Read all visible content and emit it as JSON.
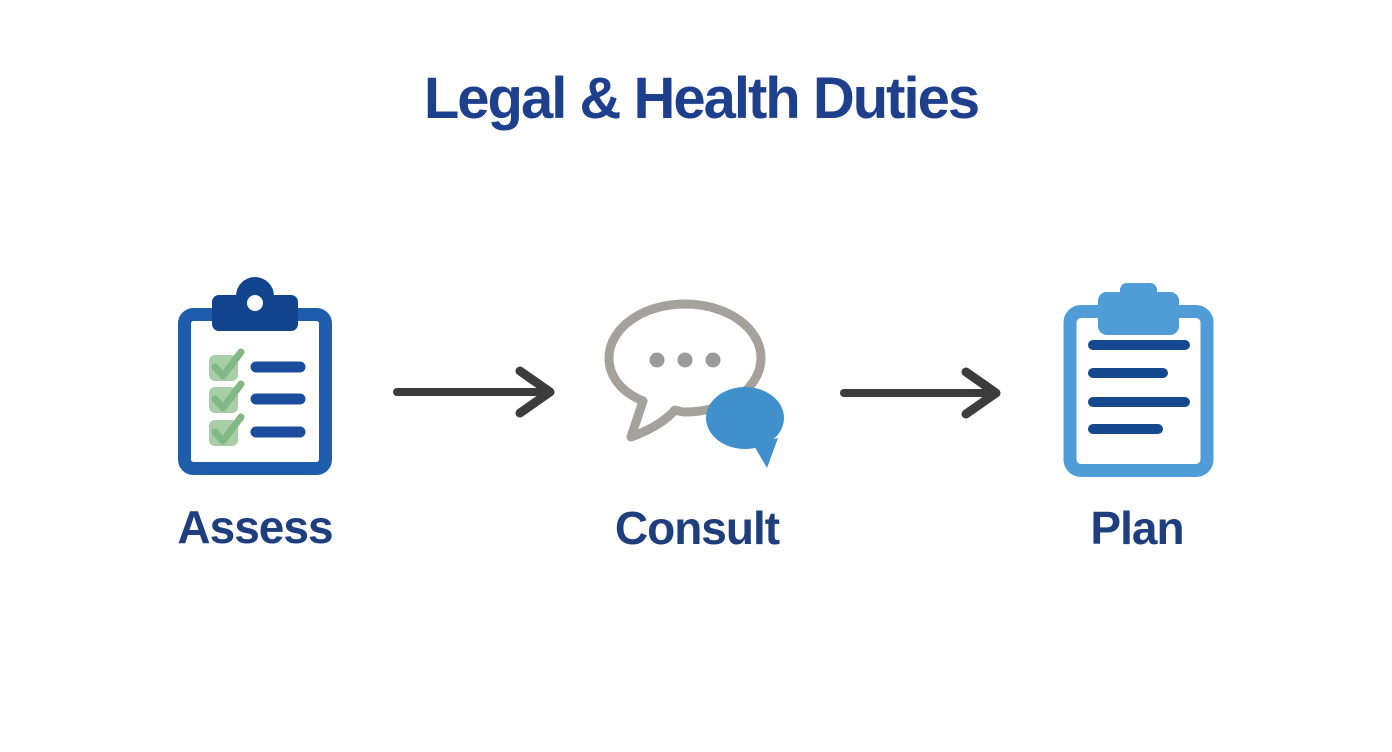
{
  "title": "Legal & Health Duties",
  "steps": [
    {
      "label": "Assess",
      "icon": "checklist-clipboard-icon"
    },
    {
      "label": "Consult",
      "icon": "speech-bubbles-icon"
    },
    {
      "label": "Plan",
      "icon": "document-clipboard-icon"
    }
  ],
  "connectors": [
    {
      "type": "arrow-right",
      "from": "Assess",
      "to": "Consult"
    },
    {
      "type": "arrow-right",
      "from": "Consult",
      "to": "Plan"
    }
  ],
  "colors": {
    "background": "#ffffff",
    "title_text": "#1d3f8c",
    "label_text": "#1e3e7e",
    "assess_board_blue": "#1f5cab",
    "assess_clip_dark_blue": "#11448c",
    "checkbox_green_fill": "#a8cea6",
    "checkbox_green_mark": "#82b786",
    "list_line_navy": "#1b4d9c",
    "consult_bubble_gray": "#a5a19d",
    "consult_dot_gray": "#9a9a9a",
    "consult_bubble_blue": "#4090cc",
    "plan_board_blue": "#4f9cd7",
    "plan_line_navy": "#15488f",
    "arrow_dark_gray": "#3c3c3c"
  }
}
